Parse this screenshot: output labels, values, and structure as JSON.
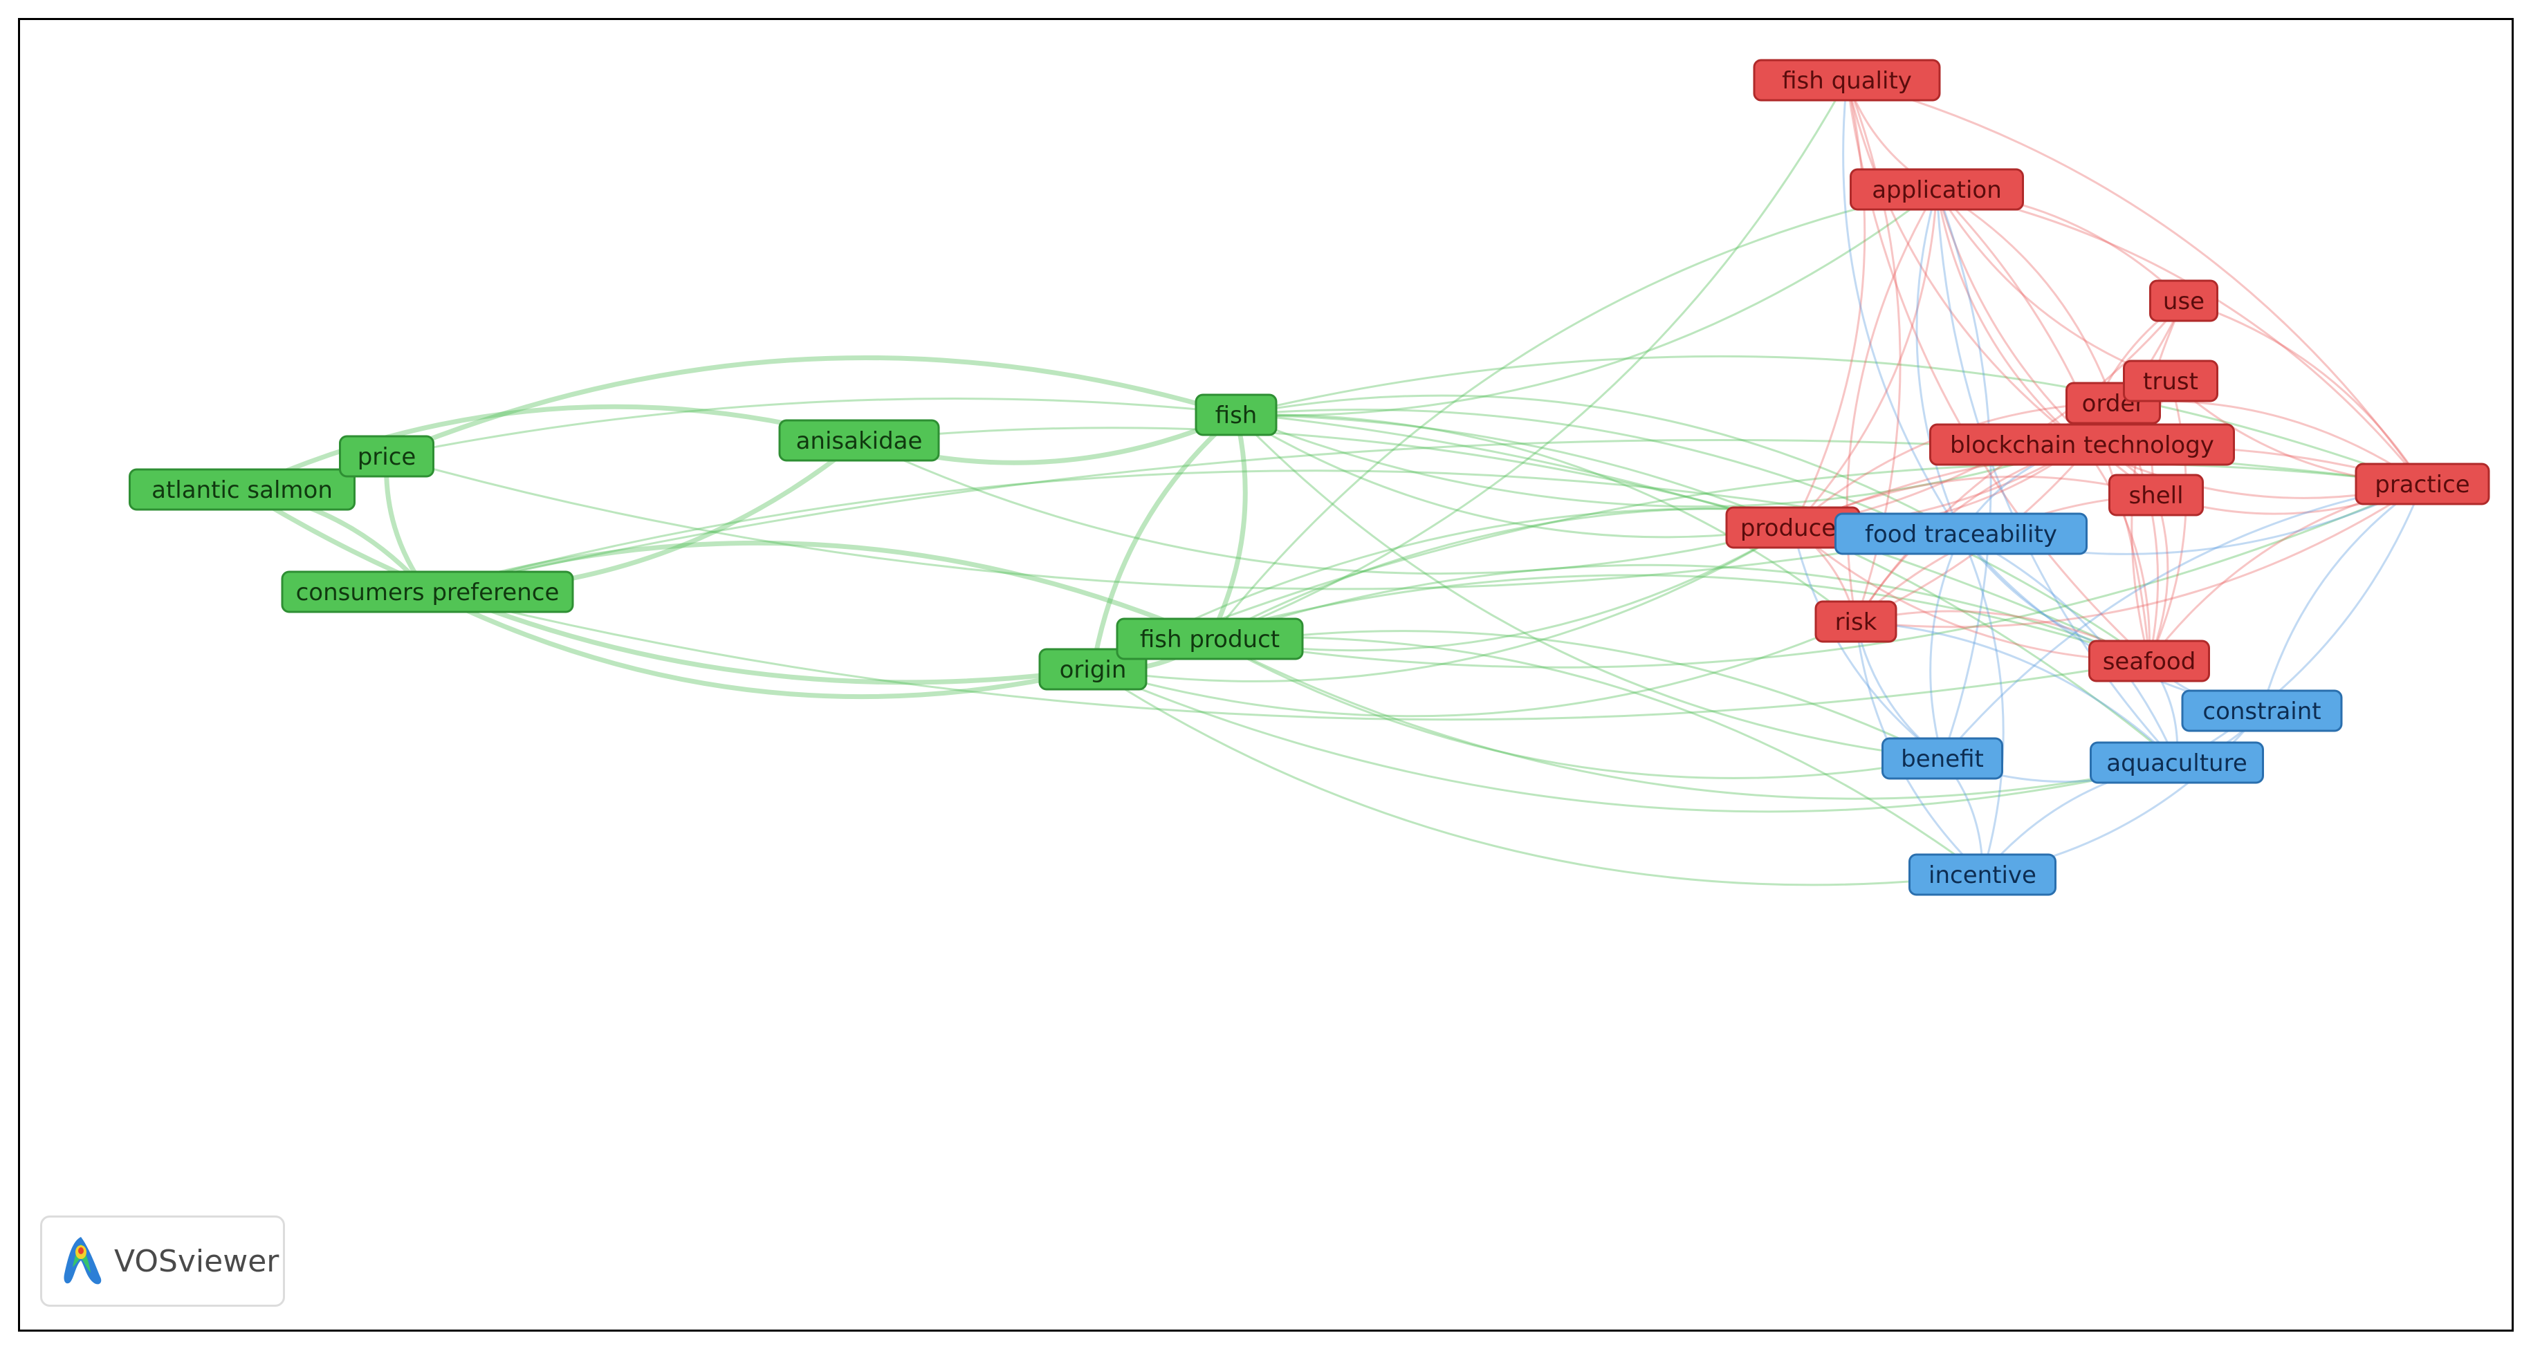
{
  "app": "VOSviewer",
  "colors": {
    "red": "#e84a4a",
    "green": "#49c24b",
    "blue": "#4a9ee0",
    "frame": "#000000"
  },
  "nodes": [
    {
      "id": "fish_quality",
      "label": "fish quality",
      "cluster": "red"
    },
    {
      "id": "application",
      "label": "application",
      "cluster": "red"
    },
    {
      "id": "use",
      "label": "use",
      "cluster": "red"
    },
    {
      "id": "order",
      "label": "order",
      "cluster": "red"
    },
    {
      "id": "trust",
      "label": "trust",
      "cluster": "red"
    },
    {
      "id": "blockchain_technology",
      "label": "blockchain technology",
      "cluster": "red"
    },
    {
      "id": "practice",
      "label": "practice",
      "cluster": "red"
    },
    {
      "id": "shell",
      "label": "shell",
      "cluster": "red"
    },
    {
      "id": "producer",
      "label": "producer",
      "cluster": "red"
    },
    {
      "id": "risk",
      "label": "risk",
      "cluster": "red"
    },
    {
      "id": "seafood",
      "label": "seafood",
      "cluster": "red"
    },
    {
      "id": "food_traceability",
      "label": "food traceability",
      "cluster": "blue"
    },
    {
      "id": "constraint",
      "label": "constraint",
      "cluster": "blue"
    },
    {
      "id": "benefit",
      "label": "benefit",
      "cluster": "blue"
    },
    {
      "id": "aquaculture",
      "label": "aquaculture",
      "cluster": "blue"
    },
    {
      "id": "incentive",
      "label": "incentive",
      "cluster": "blue"
    },
    {
      "id": "atlantic_salmon",
      "label": "atlantic salmon",
      "cluster": "green"
    },
    {
      "id": "price",
      "label": "price",
      "cluster": "green"
    },
    {
      "id": "consumers_preference",
      "label": "consumers preference",
      "cluster": "green"
    },
    {
      "id": "anisakidae",
      "label": "anisakidae",
      "cluster": "green"
    },
    {
      "id": "fish",
      "label": "fish",
      "cluster": "green"
    },
    {
      "id": "origin",
      "label": "origin",
      "cluster": "green"
    },
    {
      "id": "fish_product",
      "label": "fish product",
      "cluster": "green"
    }
  ],
  "links": [
    [
      "atlantic_salmon",
      "price"
    ],
    [
      "atlantic_salmon",
      "consumers_preference"
    ],
    [
      "price",
      "consumers_preference"
    ],
    [
      "price",
      "fish"
    ],
    [
      "consumers_preference",
      "origin"
    ],
    [
      "consumers_preference",
      "fish_product"
    ],
    [
      "anisakidae",
      "fish"
    ],
    [
      "anisakidae",
      "consumers_preference"
    ],
    [
      "fish",
      "origin"
    ],
    [
      "fish",
      "fish_product"
    ],
    [
      "atlantic_salmon",
      "origin"
    ],
    [
      "atlantic_salmon",
      "anisakidae"
    ],
    [
      "origin",
      "fish_product"
    ],
    [
      "fish",
      "food_traceability"
    ],
    [
      "fish",
      "producer"
    ],
    [
      "fish",
      "practice"
    ],
    [
      "fish",
      "blockchain_technology"
    ],
    [
      "fish",
      "seafood"
    ],
    [
      "fish",
      "application"
    ],
    [
      "fish",
      "aquaculture"
    ],
    [
      "fish",
      "benefit"
    ],
    [
      "fish",
      "risk"
    ],
    [
      "fish_product",
      "fish_quality"
    ],
    [
      "fish_product",
      "application"
    ],
    [
      "fish_product",
      "producer"
    ],
    [
      "fish_product",
      "seafood"
    ],
    [
      "fish_product",
      "practice"
    ],
    [
      "fish_product",
      "food_traceability"
    ],
    [
      "fish_product",
      "benefit"
    ],
    [
      "fish_product",
      "incentive"
    ],
    [
      "fish_product",
      "aquaculture"
    ],
    [
      "origin",
      "food_traceability"
    ],
    [
      "origin",
      "risk"
    ],
    [
      "origin",
      "seafood"
    ],
    [
      "origin",
      "aquaculture"
    ],
    [
      "origin",
      "benefit"
    ],
    [
      "origin",
      "producer"
    ],
    [
      "origin",
      "practice"
    ],
    [
      "origin",
      "incentive"
    ],
    [
      "consumers_preference",
      "food_traceability"
    ],
    [
      "consumers_preference",
      "seafood"
    ],
    [
      "consumers_preference",
      "practice"
    ],
    [
      "price",
      "food_traceability"
    ],
    [
      "price",
      "producer"
    ],
    [
      "anisakidae",
      "producer"
    ],
    [
      "anisakidae",
      "seafood"
    ],
    [
      "fish_quality",
      "application"
    ],
    [
      "fish_quality",
      "practice"
    ],
    [
      "fish_quality",
      "blockchain_technology"
    ],
    [
      "fish_quality",
      "producer"
    ],
    [
      "fish_quality",
      "food_traceability"
    ],
    [
      "fish_quality",
      "risk"
    ],
    [
      "fish_quality",
      "seafood"
    ],
    [
      "application",
      "use"
    ],
    [
      "application",
      "trust"
    ],
    [
      "application",
      "order"
    ],
    [
      "application",
      "blockchain_technology"
    ],
    [
      "application",
      "practice"
    ],
    [
      "application",
      "shell"
    ],
    [
      "application",
      "producer"
    ],
    [
      "application",
      "risk"
    ],
    [
      "application",
      "seafood"
    ],
    [
      "application",
      "food_traceability"
    ],
    [
      "application",
      "benefit"
    ],
    [
      "application",
      "aquaculture"
    ],
    [
      "use",
      "practice"
    ],
    [
      "use",
      "blockchain_technology"
    ],
    [
      "use",
      "producer"
    ],
    [
      "use",
      "seafood"
    ],
    [
      "use",
      "risk"
    ],
    [
      "trust",
      "practice"
    ],
    [
      "trust",
      "producer"
    ],
    [
      "trust",
      "risk"
    ],
    [
      "trust",
      "seafood"
    ],
    [
      "trust",
      "shell"
    ],
    [
      "order",
      "practice"
    ],
    [
      "order",
      "producer"
    ],
    [
      "order",
      "seafood"
    ],
    [
      "blockchain_technology",
      "practice"
    ],
    [
      "blockchain_technology",
      "producer"
    ],
    [
      "blockchain_technology",
      "risk"
    ],
    [
      "blockchain_technology",
      "seafood"
    ],
    [
      "blockchain_technology",
      "food_traceability"
    ],
    [
      "blockchain_technology",
      "shell"
    ],
    [
      "practice",
      "producer"
    ],
    [
      "practice",
      "risk"
    ],
    [
      "practice",
      "seafood"
    ],
    [
      "practice",
      "shell"
    ],
    [
      "practice",
      "constraint"
    ],
    [
      "practice",
      "aquaculture"
    ],
    [
      "practice",
      "benefit"
    ],
    [
      "practice",
      "food_traceability"
    ],
    [
      "shell",
      "producer"
    ],
    [
      "shell",
      "seafood"
    ],
    [
      "shell",
      "risk"
    ],
    [
      "producer",
      "risk"
    ],
    [
      "producer",
      "seafood"
    ],
    [
      "producer",
      "food_traceability"
    ],
    [
      "producer",
      "benefit"
    ],
    [
      "risk",
      "seafood"
    ],
    [
      "risk",
      "benefit"
    ],
    [
      "risk",
      "aquaculture"
    ],
    [
      "risk",
      "incentive"
    ],
    [
      "seafood",
      "food_traceability"
    ],
    [
      "seafood",
      "constraint"
    ],
    [
      "seafood",
      "aquaculture"
    ],
    [
      "food_traceability",
      "benefit"
    ],
    [
      "food_traceability",
      "aquaculture"
    ],
    [
      "food_traceability",
      "constraint"
    ],
    [
      "food_traceability",
      "incentive"
    ],
    [
      "benefit",
      "aquaculture"
    ],
    [
      "benefit",
      "incentive"
    ],
    [
      "aquaculture",
      "incentive"
    ],
    [
      "constraint",
      "incentive"
    ],
    [
      "aquaculture",
      "constraint"
    ]
  ]
}
